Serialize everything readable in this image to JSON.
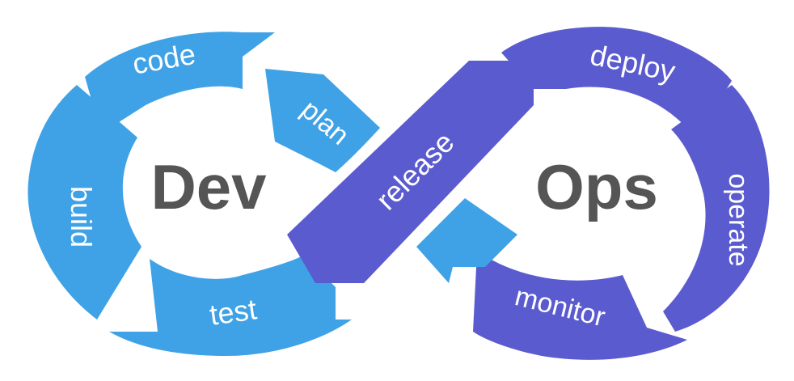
{
  "colors": {
    "dev": "#3fa2e6",
    "ops": "#5b5bd0",
    "center_text": "#555555",
    "stage_text": "#ffffff",
    "background": "#ffffff"
  },
  "dev": {
    "title": "Dev",
    "stages": {
      "plan": "plan",
      "code": "code",
      "build": "build",
      "test": "test"
    }
  },
  "ops": {
    "title": "Ops",
    "stages": {
      "release": "release",
      "deploy": "deploy",
      "operate": "operate",
      "monitor": "monitor"
    }
  }
}
